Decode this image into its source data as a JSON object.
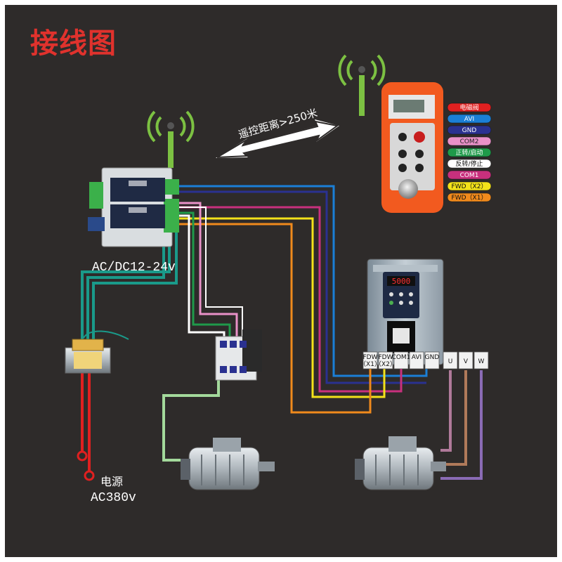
{
  "title": "接线图",
  "remote_range_label": "遥控距离>250米",
  "controller_voltage_label": "AC/DC12-24v",
  "power_source_label": "电源",
  "power_voltage_label": "AC380v",
  "remote_legend": [
    {
      "label": "电磁阀",
      "color": "#e02020",
      "text_color": "#ffffff"
    },
    {
      "label": "AVI",
      "color": "#1b7fd6",
      "text_color": "#ffffff"
    },
    {
      "label": "GND",
      "color": "#2a3190",
      "text_color": "#ffffff"
    },
    {
      "label": "COM2",
      "color": "#e991c8",
      "text_color": "#222222"
    },
    {
      "label": "正转/启动",
      "color": "#1f9a4a",
      "text_color": "#ffffff"
    },
    {
      "label": "反转/停止",
      "color": "#ffffff",
      "text_color": "#111111"
    },
    {
      "label": "COM1",
      "color": "#c8307d",
      "text_color": "#ffffff"
    },
    {
      "label": "FWD（X2）",
      "color": "#f3e21a",
      "text_color": "#111111"
    },
    {
      "label": "FWD（X1）",
      "color": "#f08a1c",
      "text_color": "#111111"
    }
  ],
  "vfd_input_terminals": [
    {
      "line1": "FDW",
      "line2": "（X1）"
    },
    {
      "line1": "FDW",
      "line2": "（X2）"
    },
    {
      "line1": "COM1",
      "line2": ""
    },
    {
      "line1": "AVI",
      "line2": ""
    },
    {
      "line1": "GND",
      "line2": ""
    }
  ],
  "vfd_output_terminals": [
    "U",
    "V",
    "W"
  ],
  "vfd_display_value": "5000",
  "colors": {
    "background": "#2e2b2a",
    "title": "#e0322d",
    "power_wire": "#e02020",
    "teal_wire": "#1a9a8a",
    "light_green_wire": "#a3d99b"
  }
}
